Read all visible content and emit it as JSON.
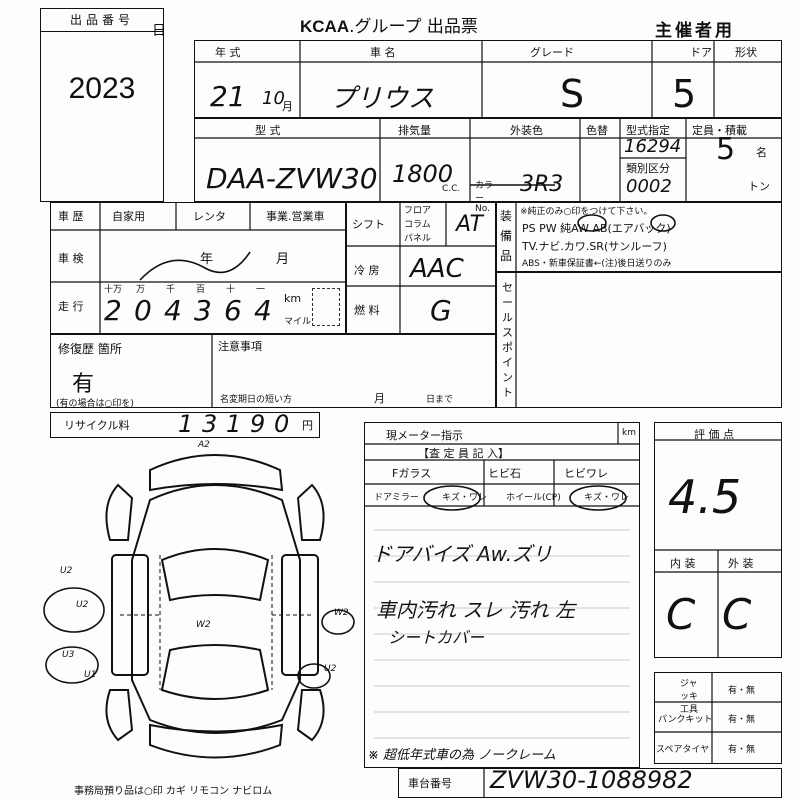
{
  "header": {
    "lot_label": "出品番号",
    "lot_number": "2023",
    "left_char": "日",
    "brand": "KCAA",
    "title_rest": ".グループ 出品票",
    "organizer": "主催者用"
  },
  "row1": {
    "year_label": "年 式",
    "car_label": "車 名",
    "grade_label": "グレード",
    "doors_label": "ドア",
    "body_label": "形状",
    "year": "21",
    "month": "10",
    "month_unit": "月",
    "car_name": "プリウス",
    "grade": "S",
    "doors": "5"
  },
  "row2": {
    "model_label": "型 式",
    "displacement_label": "排気量",
    "ext_color_label": "外装色",
    "color_label": "色替",
    "type_label": "型式指定",
    "class_label": "類別区分",
    "capacity_label": "定員・積載",
    "model": "DAA-ZVW30",
    "displacement": "1800",
    "cc_unit": "C.C.",
    "color_no_label": "カラー No.",
    "color_no": "3R3",
    "type_no": "16294",
    "class_no": "0002",
    "capacity": "5",
    "capacity_unit": "名",
    "ton_unit": "トン"
  },
  "history": {
    "label": "車 歴",
    "private": "自家用",
    "rental": "レンタ",
    "business": "事業.営業車",
    "inspection_label": "車 検",
    "year_unit": "年",
    "month_unit": "月",
    "mileage_label": "走 行",
    "digit_labels": [
      "十万",
      "万",
      "千",
      "百",
      "十",
      "一"
    ],
    "mileage_digits": [
      "2",
      "0",
      "4",
      "3",
      "6",
      "4"
    ],
    "km": "km",
    "mile": "マイル"
  },
  "shift": {
    "label": "シフト",
    "options": [
      "フロア",
      "コラム",
      "パネル"
    ],
    "value": "AT",
    "ac_label": "冷 房",
    "ac_value": "AAC",
    "fuel_label": "燃 料",
    "fuel_value": "G"
  },
  "equipment": {
    "label": "装 備 品",
    "note": "※純正のみ○印をつけて下さい。",
    "line1": "PS PW 純AW AB(エアバック)",
    "line2": "TV.ナビ.カワ.SR(サンルーフ)",
    "line3": "ABS・新車保証書←(注)後日送りのみ"
  },
  "sales_point": {
    "label": "セールスポイント"
  },
  "repair": {
    "label": "修復歴 箇所",
    "value": "有",
    "note": "(有の場合は○印を)",
    "caution_label": "注意事項",
    "short_term": "名変期日の短い方",
    "month": "月",
    "day": "日まで"
  },
  "recycle": {
    "label": "リサイクル料",
    "digits": [
      "1",
      "3",
      "1",
      "9",
      "0"
    ],
    "unit": "円"
  },
  "meter": {
    "label": "現メーター指示",
    "unit": "km"
  },
  "inspector": {
    "label": "【査 定 員 記 入】",
    "items": [
      "Fガラス",
      "ヒビ石",
      "ヒビワレ"
    ],
    "items2": [
      "ドアミラー",
      "キズ・ワレ",
      "ホイール(CP)",
      "キズ・ワレ"
    ],
    "note1": "ドアバイズ Aw.ズリ",
    "note2": "車内汚れ スレ 汚れ 左",
    "note3": "シートカバー",
    "note4": "※ 超低年式車の為 ノークレーム"
  },
  "grade_box": {
    "label": "評 価 点",
    "value": "4.5",
    "interior_label": "内 装",
    "exterior_label": "外 装",
    "interior": "C",
    "exterior": "C"
  },
  "jack": {
    "jack_label": "ジャッキ 工具",
    "puncture_label": "パンクキット",
    "spare_label": "スペアタイヤ",
    "options": "有・無"
  },
  "diagram_marks": [
    "A2",
    "W2",
    "U2",
    "U2",
    "W2",
    "U3",
    "U1",
    "U2"
  ],
  "footer": {
    "items": "事務局預り品は○印 カギ リモコン ナビロム",
    "chassis_label": "車台番号",
    "chassis_no": "ZVW30-1088982"
  }
}
